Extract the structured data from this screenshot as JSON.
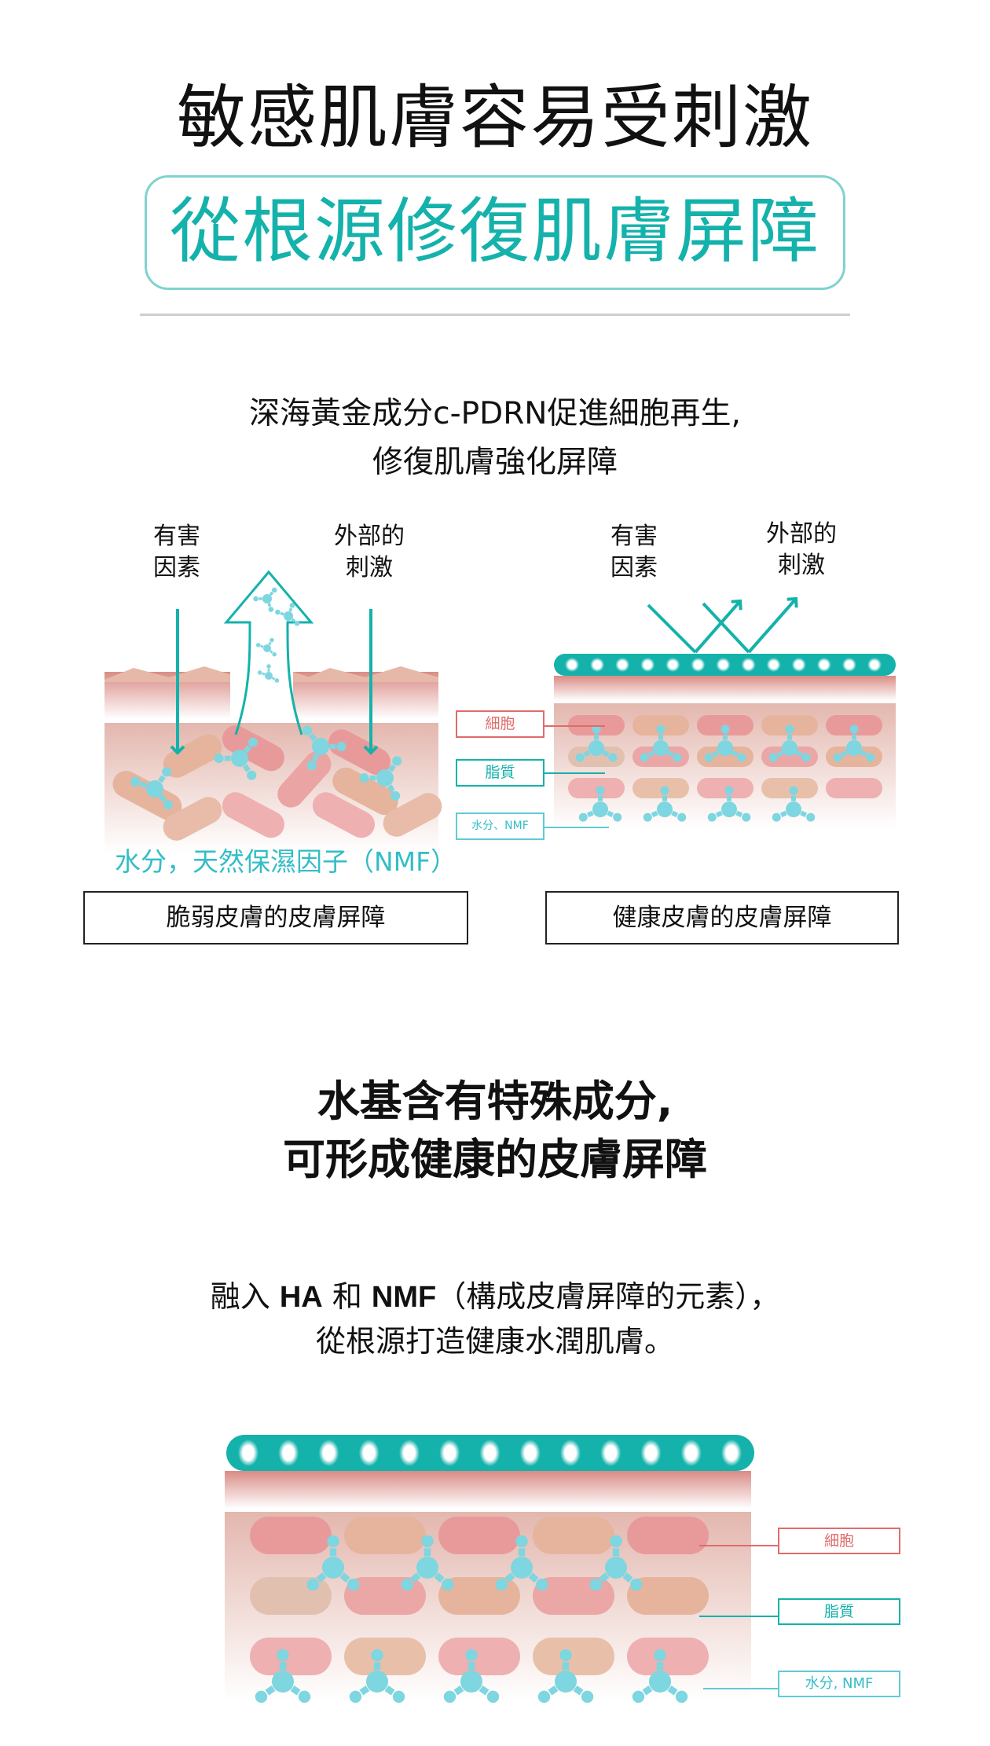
{
  "headline": "敏感肌膚容易受刺激",
  "highlight_title": "從根源修復肌膚屏障",
  "intro": {
    "line1": "深海黃金成分c-PDRN促進細胞再生,",
    "line2": "修復肌膚強化屏障"
  },
  "comparison": {
    "left": {
      "label_harmful": [
        "有害",
        "因素"
      ],
      "label_external": [
        "外部的",
        "刺激"
      ],
      "nmf_caption": "水分，天然保濕因子（NMF）",
      "caption": "脆弱皮膚的皮膚屏障"
    },
    "right": {
      "label_harmful": [
        "有害",
        "因素"
      ],
      "label_external": [
        "外部的",
        "刺激"
      ],
      "legend": {
        "cells": "細胞",
        "lipids": "脂質",
        "water_nmf": "水分、NMF"
      },
      "caption": "健康皮膚的皮膚屏障"
    }
  },
  "section2": {
    "title_line1": "水基含有特殊成分,",
    "title_line2": "可形成健康的皮膚屏障",
    "body_pre": "融入 ",
    "body_ha": "HA",
    "body_mid": " 和 ",
    "body_nmf": "NMF",
    "body_post": "（構成皮膚屏障的元素），",
    "body_line2": "從根源打造健康水潤肌膚。",
    "legend": {
      "cells": "細胞",
      "lipids": "脂質",
      "water_nmf": "水分, NMF"
    }
  },
  "colors": {
    "teal": "#14b2ab",
    "teal_light": "#7fd3cf",
    "molecule": "#7dd6e0",
    "cell_pink": "#e89a9a",
    "cell_peach": "#e6b49c",
    "legend_red": "#e06b6b",
    "skin_top": "#d98c86"
  }
}
